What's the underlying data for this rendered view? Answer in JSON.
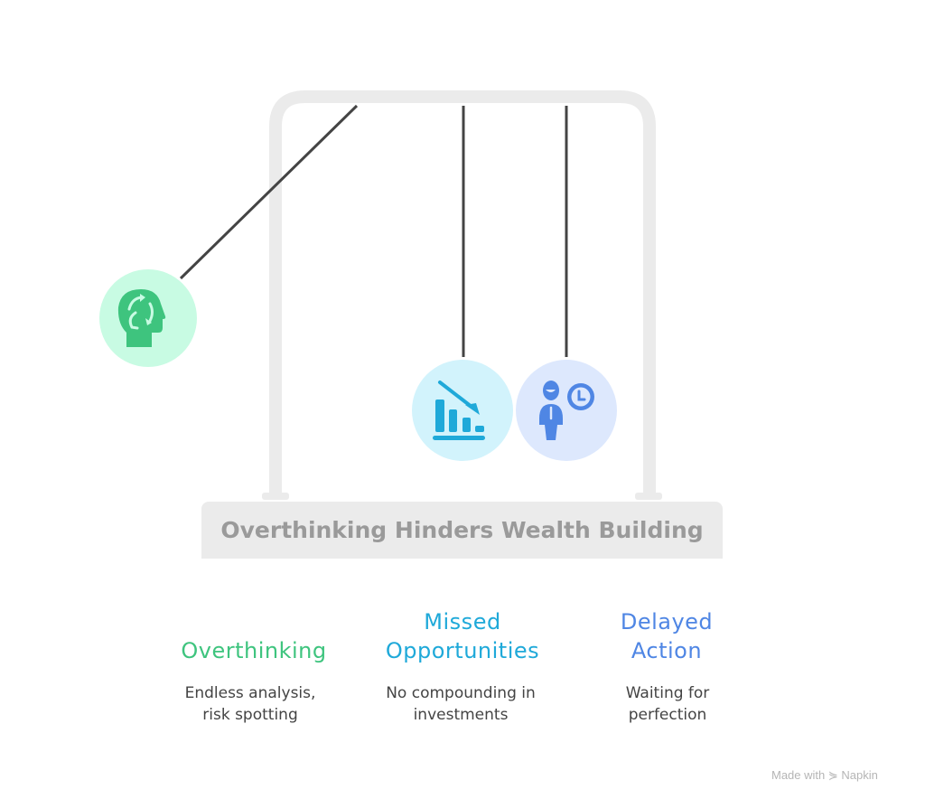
{
  "title": "Overthinking Hinders Wealth Building",
  "items": [
    {
      "heading": "Overthinking",
      "desc1": "Endless analysis,",
      "desc2": "risk spotting",
      "color": "#3ec47e",
      "icon": "head-cycle-icon"
    },
    {
      "heading1": "Missed",
      "heading2": "Opportunities",
      "desc1": "No compounding in",
      "desc2": "investments",
      "color": "#1fa9d9",
      "icon": "declining-chart-icon"
    },
    {
      "heading1": "Delayed",
      "heading2": "Action",
      "desc1": "Waiting for",
      "desc2": "perfection",
      "color": "#4f86e4",
      "icon": "person-clock-icon"
    }
  ],
  "brand": "Made with ⋟ Napkin"
}
